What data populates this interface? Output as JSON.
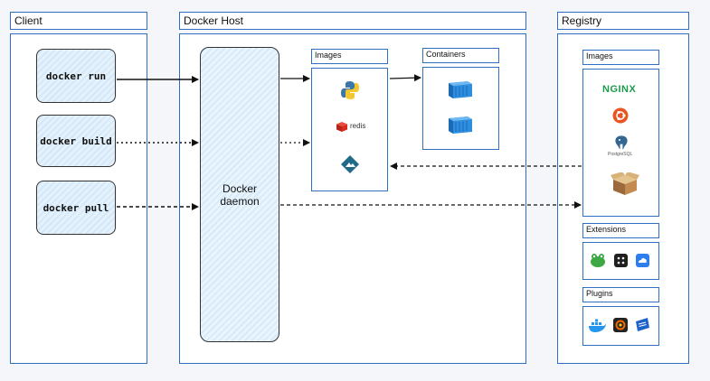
{
  "client": {
    "title": "Client",
    "commands": [
      "docker run",
      "docker build",
      "docker pull"
    ]
  },
  "host": {
    "title": "Docker Host",
    "daemon_line1": "Docker",
    "daemon_line2": "daemon",
    "images_title": "Images",
    "containers_title": "Containers",
    "redis_label": "redis"
  },
  "registry": {
    "title": "Registry",
    "images_title": "Images",
    "extensions_title": "Extensions",
    "plugins_title": "Plugins",
    "nginx_label": "NGINX",
    "postgres_label": "PostgreSQL"
  },
  "colors": {
    "border": "#2f6fc2",
    "container": "#2e8fe0",
    "nginx": "#1a9c4b",
    "ubuntu": "#e95420",
    "redis": "#d82c20",
    "portainer": "#1f6b88"
  },
  "icons": [
    "python-icon",
    "redis-icon",
    "portainer-icon",
    "container-icon",
    "nginx-icon",
    "ubuntu-icon",
    "postgresql-icon",
    "box-icon",
    "frog-icon",
    "dots-icon",
    "cloud-icon",
    "docker-whale-icon",
    "grafana-icon",
    "ext-icon"
  ]
}
